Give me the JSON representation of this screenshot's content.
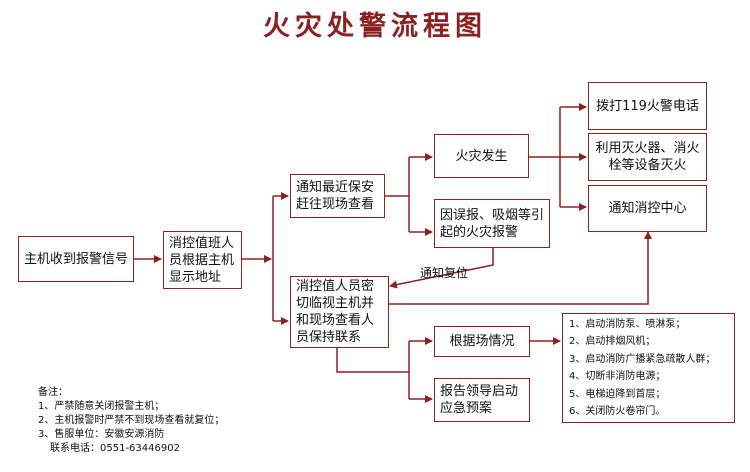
{
  "title": "火灾处警流程图",
  "nodes": {
    "receive": "主机收到报警信号",
    "operator_check": "消控值班人员根据主机显示地址",
    "notify_security": "通知最近保安赶往现场查看",
    "operator_verify": "消控值人员密切临视主机并和现场查看人员保持联系",
    "fire_occurs": "火灾发生",
    "false_alarm": "因误报、吸烟等引起的火灾报警",
    "call_119": "拨打119火警电话",
    "extinguish": "利用灭火器、消火栓等设备灭火",
    "notify_control": "通知消控中心",
    "by_situation": "根据场情况",
    "report_leader": "报告领导启动应急预案"
  },
  "edge_labels": {
    "reset": "通知复位"
  },
  "actions": [
    "1、启动消防泵、喷淋泵；",
    "2、启动排烟风机；",
    "3、启动消防广播紧急疏散人群；",
    "4、切断非消防电源；",
    "5、电梯迫降到首层；",
    "6、关闭防火卷帘门。"
  ],
  "notes": {
    "heading": "备注：",
    "items": [
      "1、严禁随意关闭报警主机；",
      "2、主机报警时严禁不到现场查看就复位；",
      "3、售服单位：安徽安源消防"
    ],
    "contact": "联系电话：0551-63446902"
  },
  "colors": {
    "title": "#8b2222",
    "border": "#8b2222",
    "line": "#8b2222"
  }
}
